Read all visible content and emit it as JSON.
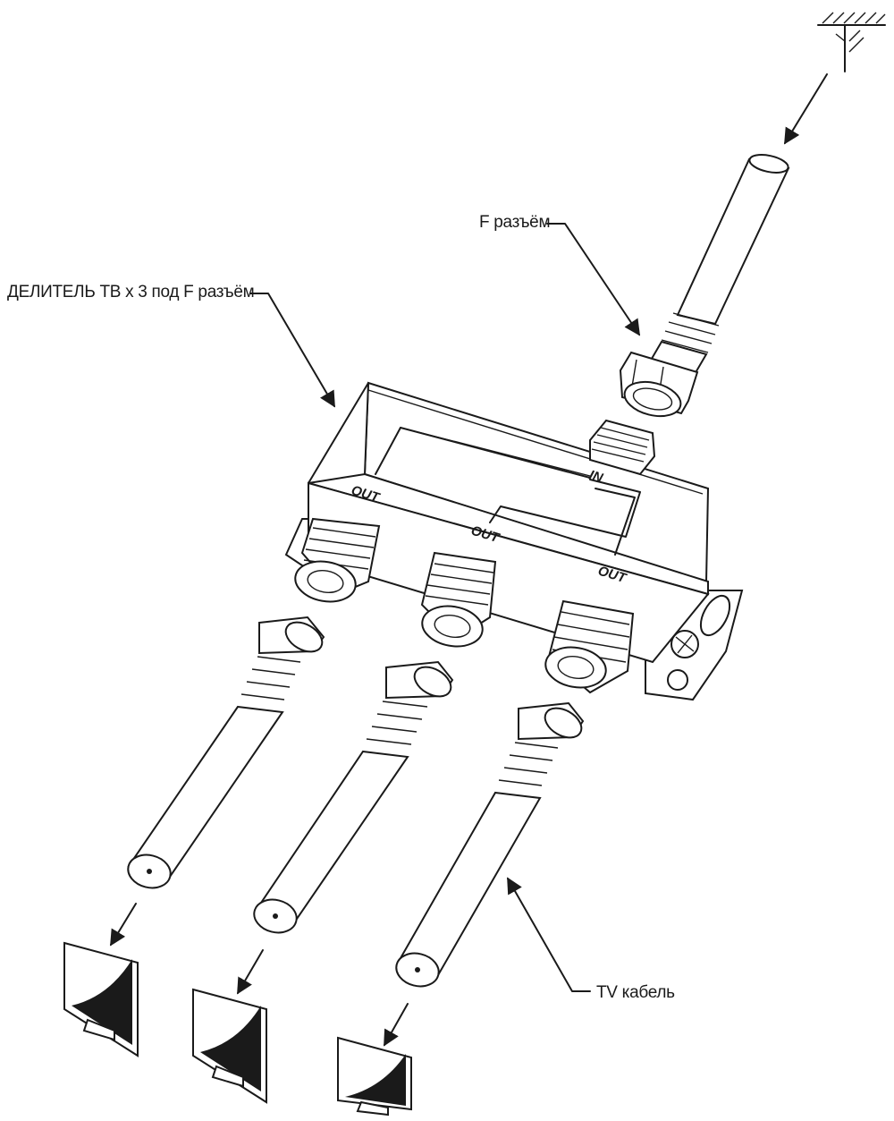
{
  "labels": {
    "splitter": "ДЕЛИТЕЛЬ ТВ х 3 под F разъём",
    "f_connector": "F разъём",
    "tv_cable": "TV кабель"
  },
  "ports": {
    "in": "IN",
    "out_left": "OUT",
    "out_middle": "OUT",
    "out_right": "OUT"
  },
  "colors": {
    "line": "#1a1a1a",
    "background": "#ffffff"
  },
  "icons": [
    "antenna-icon",
    "tv-icon"
  ]
}
